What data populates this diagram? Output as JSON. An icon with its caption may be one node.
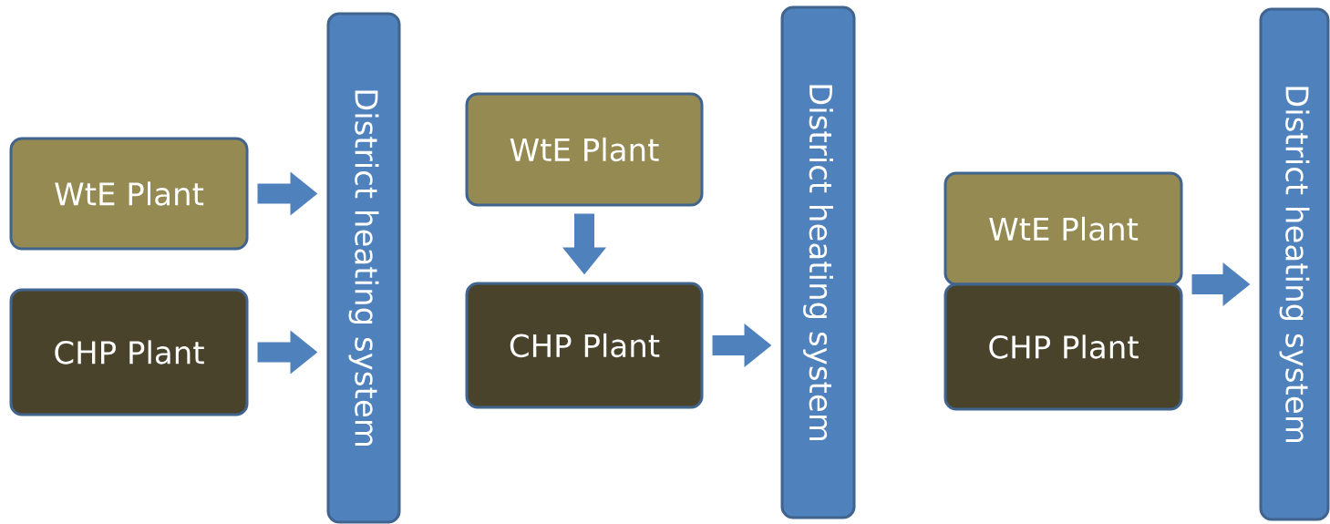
{
  "diagram": {
    "nodes": [
      {
        "text": [
          "WtE Plant"
        ]
      },
      {
        "text": [
          "CHP Plant"
        ]
      },
      {
        "text": [
          "District heating system"
        ]
      },
      {
        "text": [
          "WtE Plant"
        ]
      },
      {
        "text": [
          "CHP Plant"
        ]
      },
      {
        "text": [
          "District heating system"
        ]
      },
      {
        "text": [
          "WtE Plant"
        ]
      },
      {
        "text": [
          "CHP Plant"
        ]
      },
      {
        "text": [
          "District heating system"
        ]
      }
    ],
    "edges": [
      {
        "from": 0,
        "to": 2,
        "arrow": "to"
      },
      {
        "from": 1,
        "to": 2,
        "arrow": "to"
      },
      {
        "from": 3,
        "to": 4,
        "arrow": "to"
      },
      {
        "from": 4,
        "to": 5,
        "arrow": "to"
      },
      {
        "from": 6,
        "to": 8,
        "arrow": "to"
      },
      {
        "from": 7,
        "to": 8,
        "arrow": "to"
      }
    ]
  }
}
